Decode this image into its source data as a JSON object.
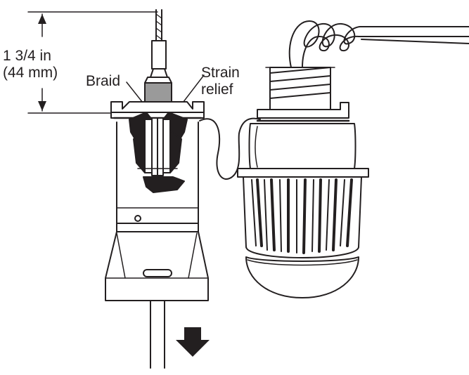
{
  "labels": {
    "dimension_line1": "1 3/4 in",
    "dimension_line2": "(44 mm)",
    "braid": "Braid",
    "strain_line1": "Strain",
    "strain_line2": "relief"
  },
  "colors": {
    "ink": "#231f20",
    "braid_fill": "#9a9a9a",
    "background": "#ffffff"
  },
  "icons": {
    "pull_direction": "arrow-down-icon"
  }
}
